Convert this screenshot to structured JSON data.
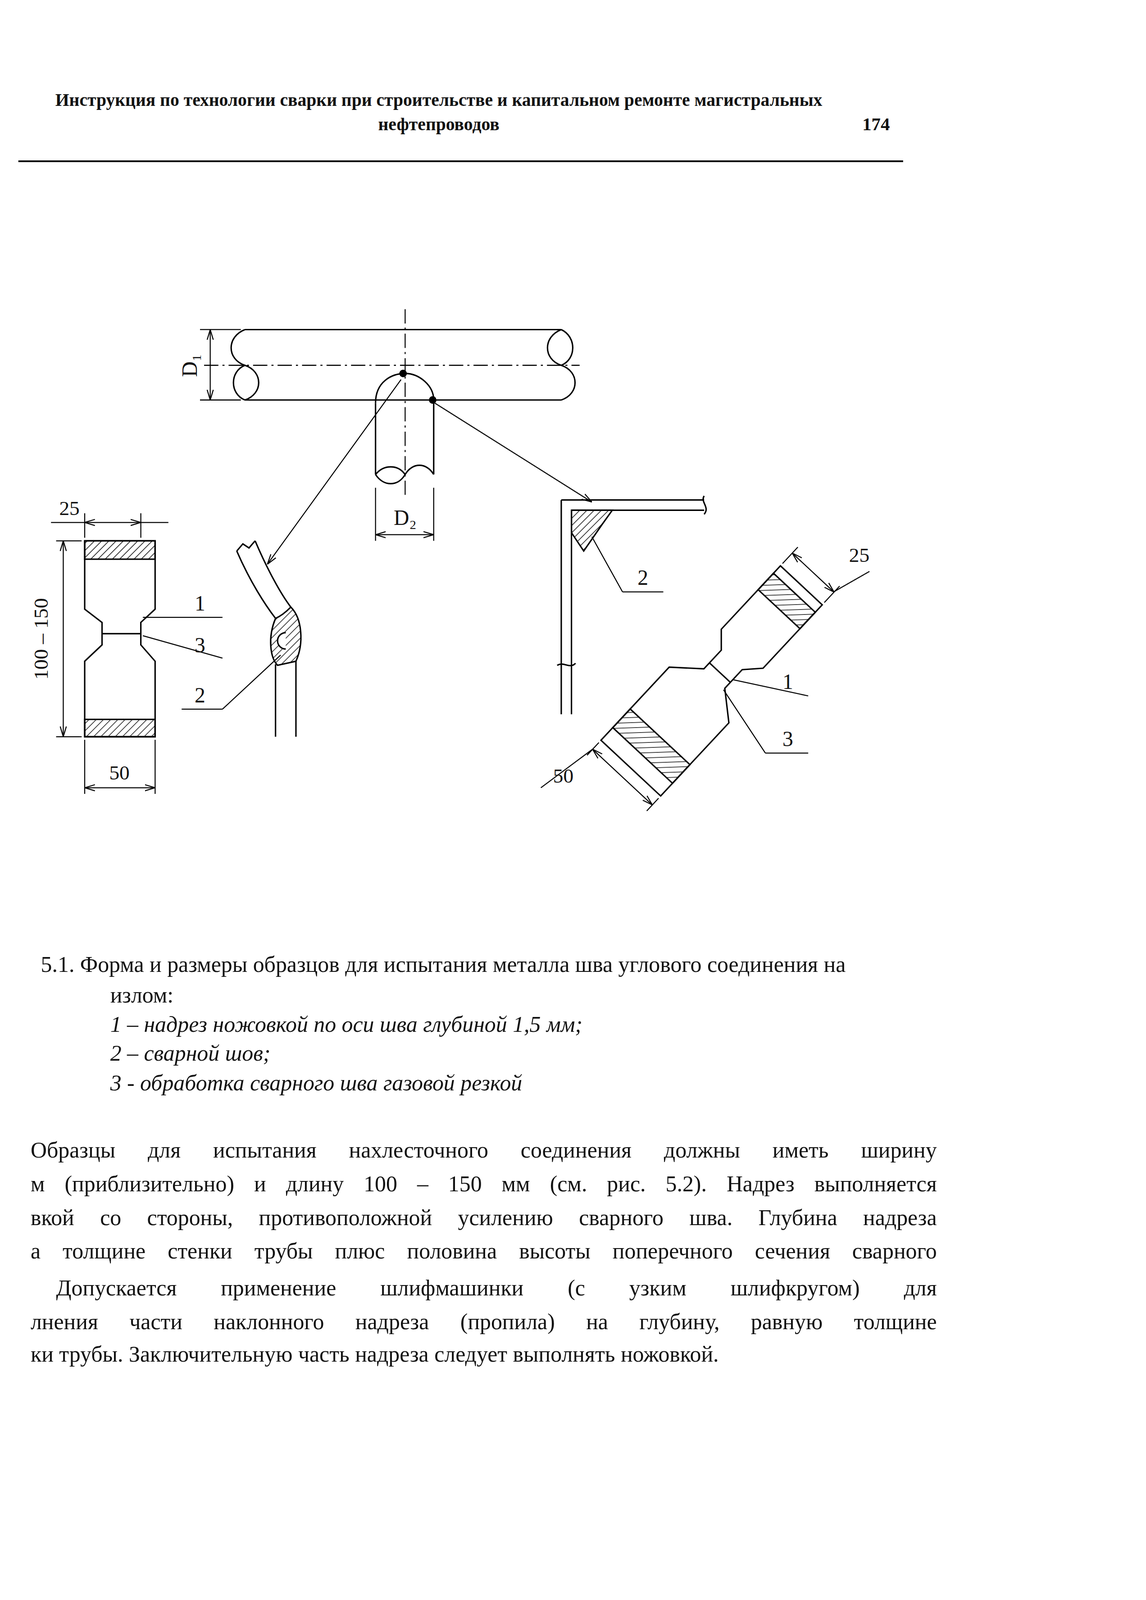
{
  "diagram": {
    "title": "Инструкция по технологии сварки при строительстве и капитальном ремонте магистральных нефтепроводов",
    "caption": "5.1. Форма и размеры образцов для испытания металла шва углового соединения на излом:",
    "labels": [
      "174",
      "D₁",
      "D₂",
      "25",
      "100 – 150",
      "1",
      "3",
      "2",
      "50",
      "2",
      "25",
      "1",
      "3",
      "50",
      "1 – надрез ножовкой по оси шва глубиной 1,5 мм;",
      "2 – сварной шов;",
      "3 - обработка сварного шва газовой резкой",
      "Образцы для испытания нахлесточного соединения должны иметь ширину",
      "м (приблизительно) и длину 100 – 150 мм (см. рис. 5.2). Надрез выполняется",
      "вкой со стороны, противоположной усилению сварного шва. Глубина надреза",
      "а толщине стенки трубы плюс половина высоты поперечного сечения сварного",
      "Допускается применение шлифмашинки (с узким шлифкругом) для",
      "лнения части наклонного надреза (пропила) на глубину, равную толщине",
      "ки трубы. Заключительную часть надреза следует выполнять ножовкой."
    ]
  }
}
